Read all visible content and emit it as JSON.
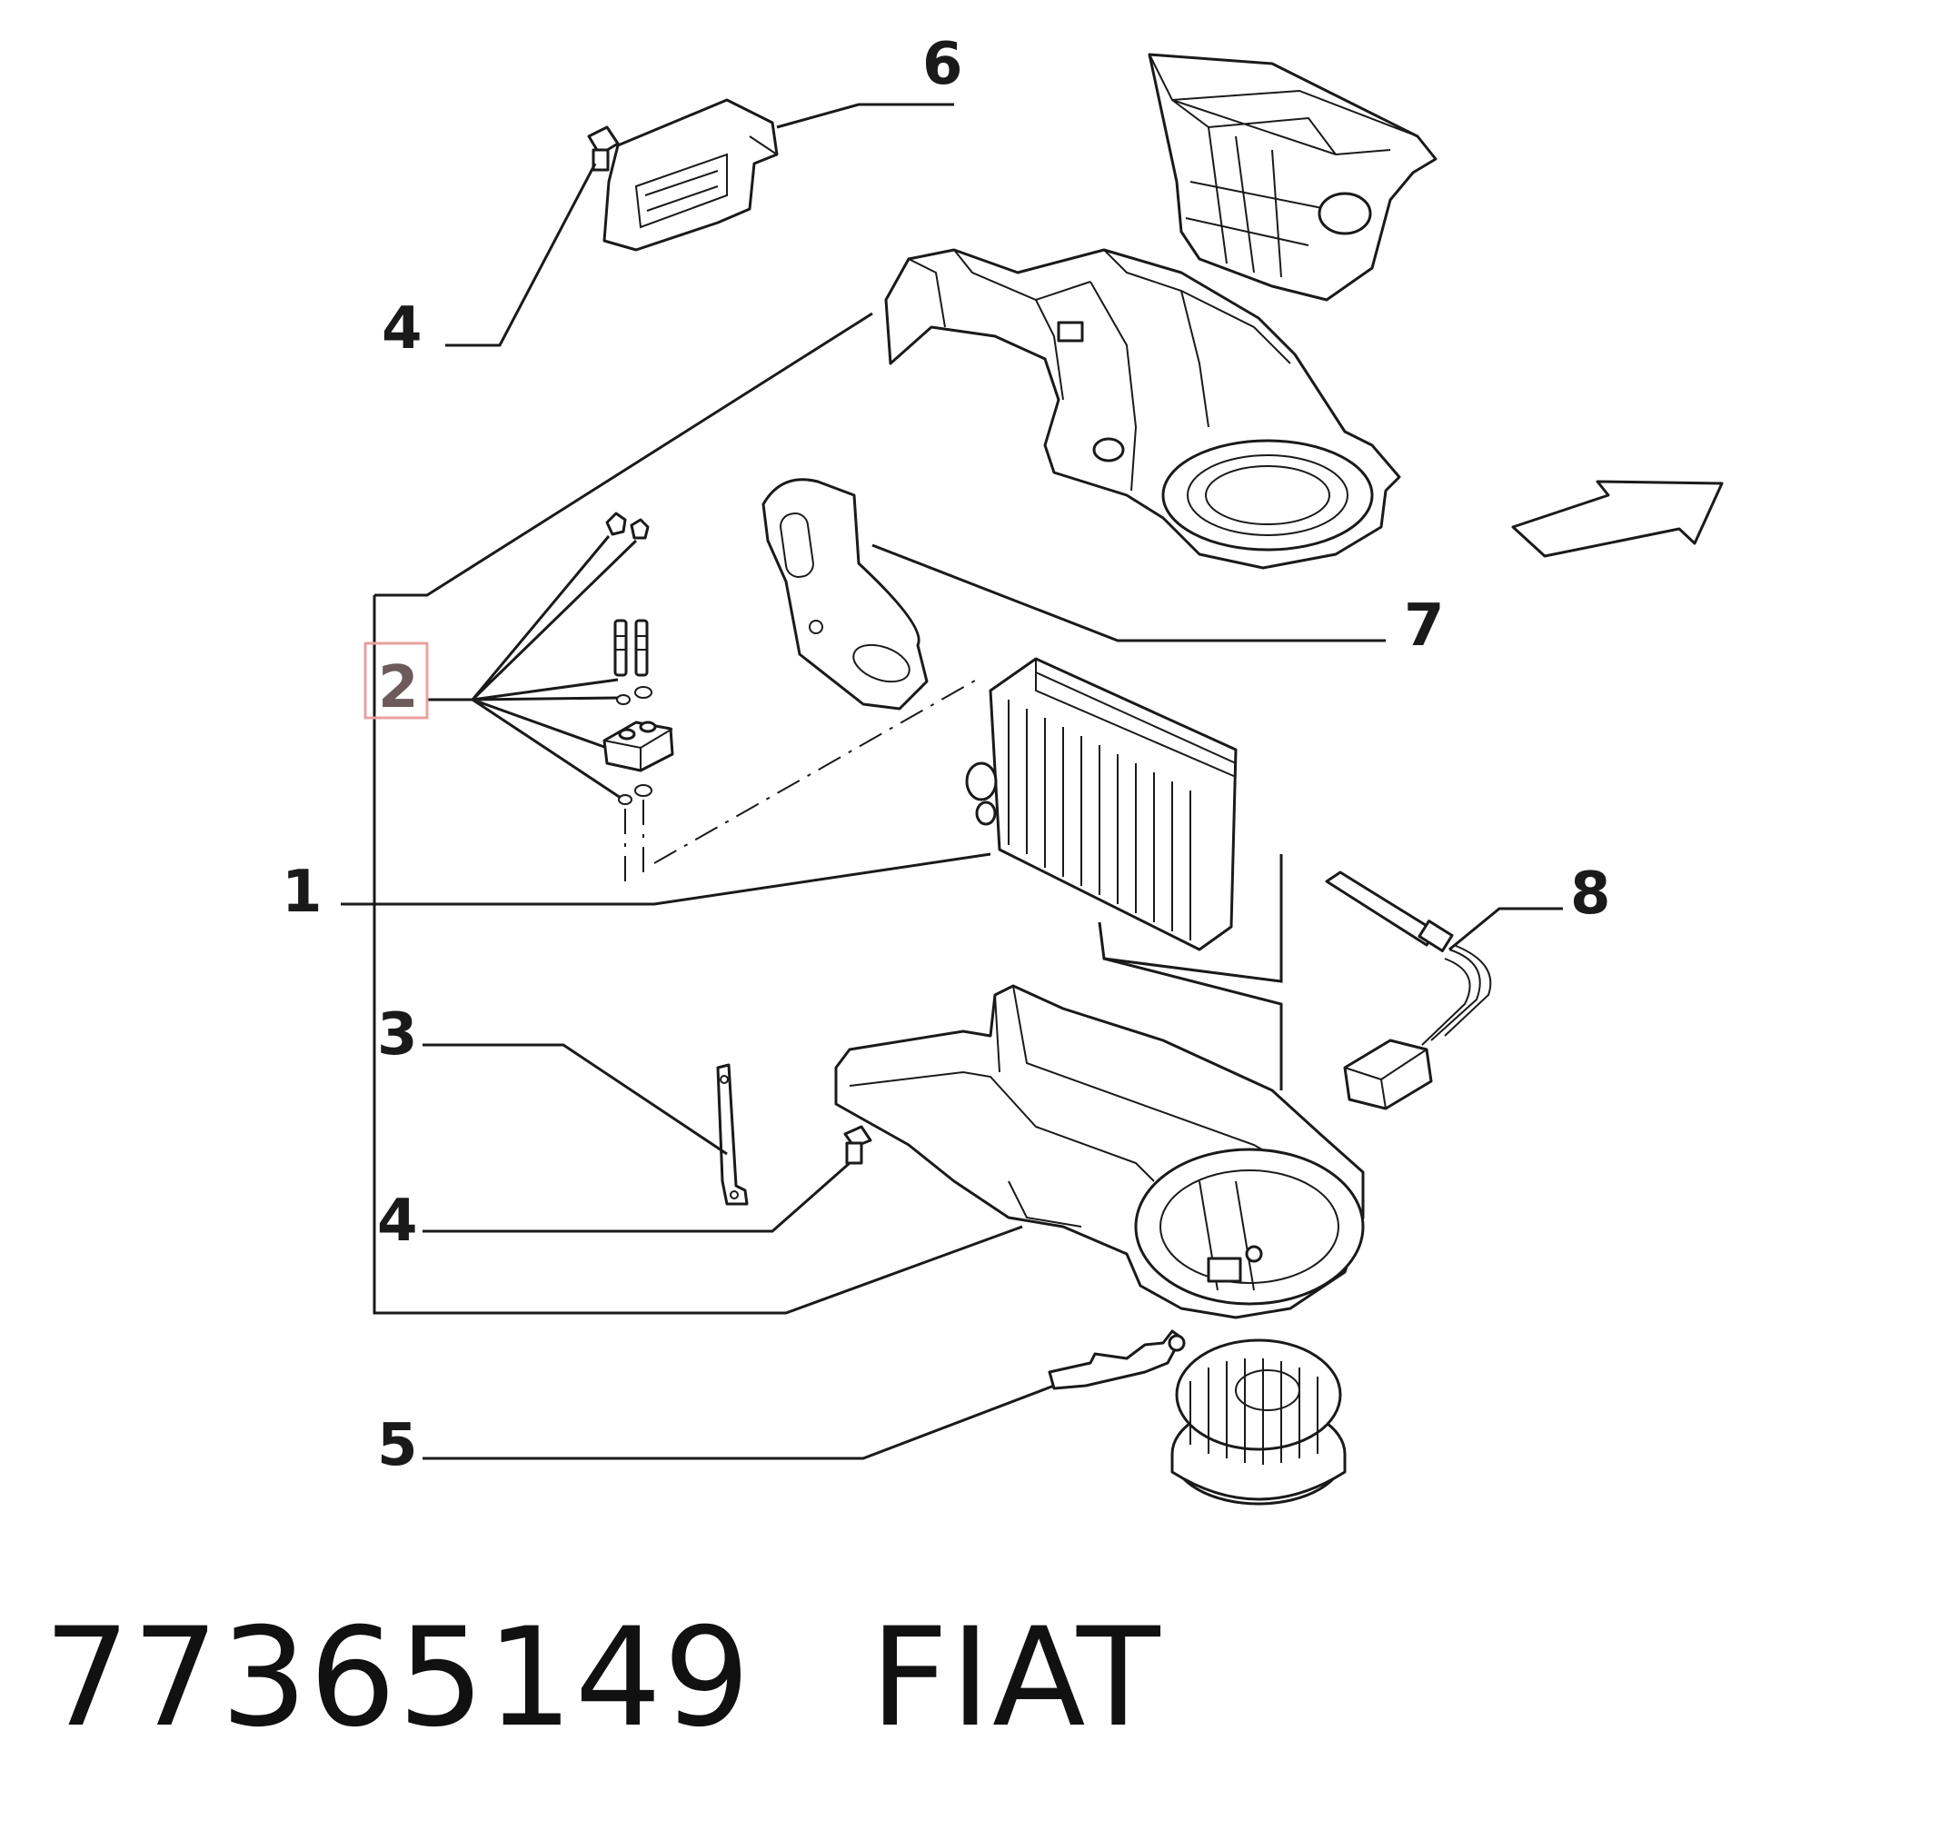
{
  "callouts": {
    "c1": "1",
    "c2": "2",
    "c3": "3",
    "c4a": "4",
    "c4b": "4",
    "c5": "5",
    "c6": "6",
    "c7": "7",
    "c8": "8"
  },
  "highlighted_callout": "2",
  "highlight_color": "#e8a0a0",
  "footer": {
    "part_number": "77365149",
    "brand": "FIAT"
  }
}
